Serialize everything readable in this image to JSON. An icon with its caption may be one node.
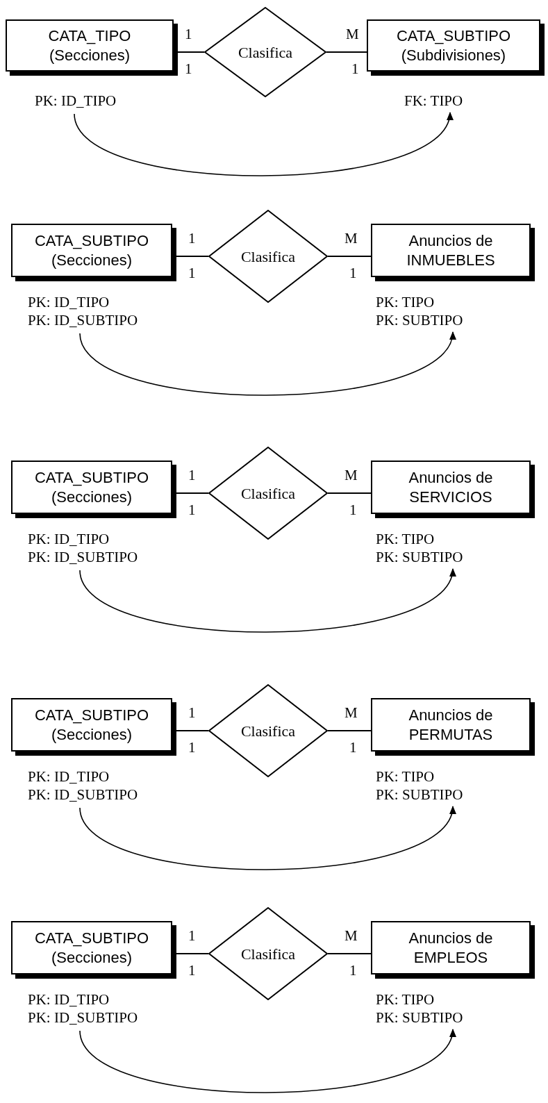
{
  "diagram": {
    "nodes": [
      {
        "text": [
          "CATA_TIPO",
          "(Secciones)"
        ]
      },
      {
        "text": [
          "Clasifica"
        ]
      },
      {
        "text": [
          "CATA_SUBTIPO",
          "(Subdivisiones)"
        ]
      },
      {
        "text": [
          "PK: ID_TIPO"
        ]
      },
      {
        "text": [
          "FK: TIPO"
        ]
      },
      {
        "text": [
          "CATA_SUBTIPO",
          "(Secciones)"
        ]
      },
      {
        "text": [
          "Clasifica"
        ]
      },
      {
        "text": [
          "Anuncios de INMUEBLES"
        ]
      },
      {
        "text": [
          "PK: ID_TIPO",
          "PK: ID_SUBTIPO"
        ]
      },
      {
        "text": [
          "PK: TIPO",
          "PK: SUBTIPO"
        ]
      },
      {
        "text": [
          "CATA_SUBTIPO",
          "(Secciones)"
        ]
      },
      {
        "text": [
          "Clasifica"
        ]
      },
      {
        "text": [
          "Anuncios de SERVICIOS"
        ]
      },
      {
        "text": [
          "PK: ID_TIPO",
          "PK: ID_SUBTIPO"
        ]
      },
      {
        "text": [
          "PK: TIPO",
          "PK: SUBTIPO"
        ]
      },
      {
        "text": [
          "CATA_SUBTIPO",
          "(Secciones)"
        ]
      },
      {
        "text": [
          "Clasifica"
        ]
      },
      {
        "text": [
          "Anuncios de PERMUTAS"
        ]
      },
      {
        "text": [
          "PK: ID_TIPO",
          "PK: ID_SUBTIPO"
        ]
      },
      {
        "text": [
          "PK: TIPO",
          "PK: SUBTIPO"
        ]
      },
      {
        "text": [
          "CATA_SUBTIPO",
          "(Secciones)"
        ]
      },
      {
        "text": [
          "Clasifica"
        ]
      },
      {
        "text": [
          "Anuncios de EMPLEOS"
        ]
      },
      {
        "text": [
          "PK: ID_TIPO",
          "PK: ID_SUBTIPO"
        ]
      },
      {
        "text": [
          "PK: TIPO",
          "PK: SUBTIPO"
        ]
      }
    ],
    "edges": [
      {
        "from": 0,
        "to": 1,
        "arrow": "none"
      },
      {
        "from": 1,
        "to": 2,
        "arrow": "none"
      },
      {
        "from": 3,
        "to": 4,
        "arrow": "to"
      },
      {
        "from": 5,
        "to": 6,
        "arrow": "none"
      },
      {
        "from": 6,
        "to": 7,
        "arrow": "none"
      },
      {
        "from": 8,
        "to": 9,
        "arrow": "to"
      },
      {
        "from": 10,
        "to": 11,
        "arrow": "none"
      },
      {
        "from": 11,
        "to": 12,
        "arrow": "none"
      },
      {
        "from": 13,
        "to": 14,
        "arrow": "to"
      },
      {
        "from": 15,
        "to": 16,
        "arrow": "none"
      },
      {
        "from": 16,
        "to": 17,
        "arrow": "none"
      },
      {
        "from": 18,
        "to": 19,
        "arrow": "to"
      },
      {
        "from": 20,
        "to": 21,
        "arrow": "none"
      },
      {
        "from": 21,
        "to": 22,
        "arrow": "none"
      },
      {
        "from": 23,
        "to": 24,
        "arrow": "to"
      }
    ],
    "labels": [
      "1",
      "M",
      "1",
      "1",
      "1",
      "M",
      "1",
      "1",
      "1",
      "M",
      "1",
      "1",
      "1",
      "M",
      "1",
      "1",
      "1",
      "M",
      "1",
      "1"
    ]
  }
}
